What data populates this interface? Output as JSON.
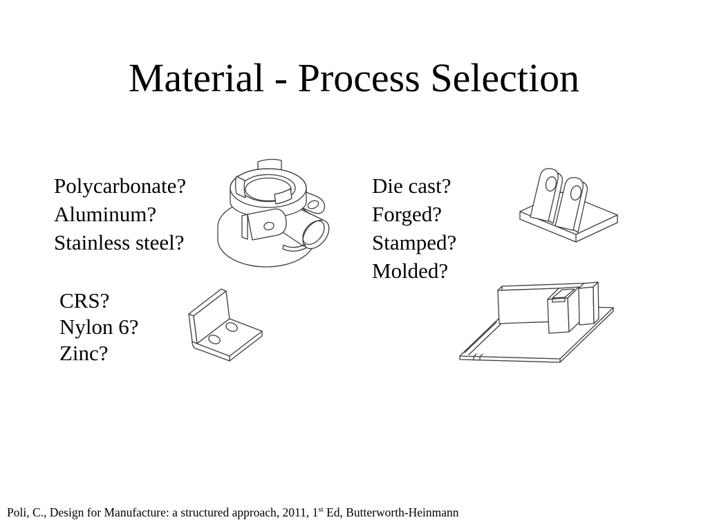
{
  "slide": {
    "title": "Material - Process Selection",
    "lists": {
      "materials_top": {
        "items": [
          "Polycarbonate?",
          "Aluminum?",
          "Stainless steel?"
        ]
      },
      "processes": {
        "items": [
          "Die cast?",
          "Forged?",
          "Stamped?",
          "Molded?"
        ]
      },
      "materials_bottom": {
        "items": [
          "CRS?",
          "Nylon 6?",
          "Zinc?"
        ]
      }
    },
    "citation": {
      "before_superscript": "Poli, C., Design for Manufacture: a structured approach, 2011, 1",
      "superscript": "st",
      "after_superscript": " Ed, Butterworth-Heinmann"
    },
    "figures": [
      {
        "icon": "cast-housing-drawing"
      },
      {
        "icon": "clevis-bracket-drawing"
      },
      {
        "icon": "angle-bracket-drawing"
      },
      {
        "icon": "ribbed-plate-drawing"
      }
    ],
    "colors": {
      "background": "#ffffff",
      "text": "#000000",
      "figure_line": "#3c3c3c"
    }
  }
}
